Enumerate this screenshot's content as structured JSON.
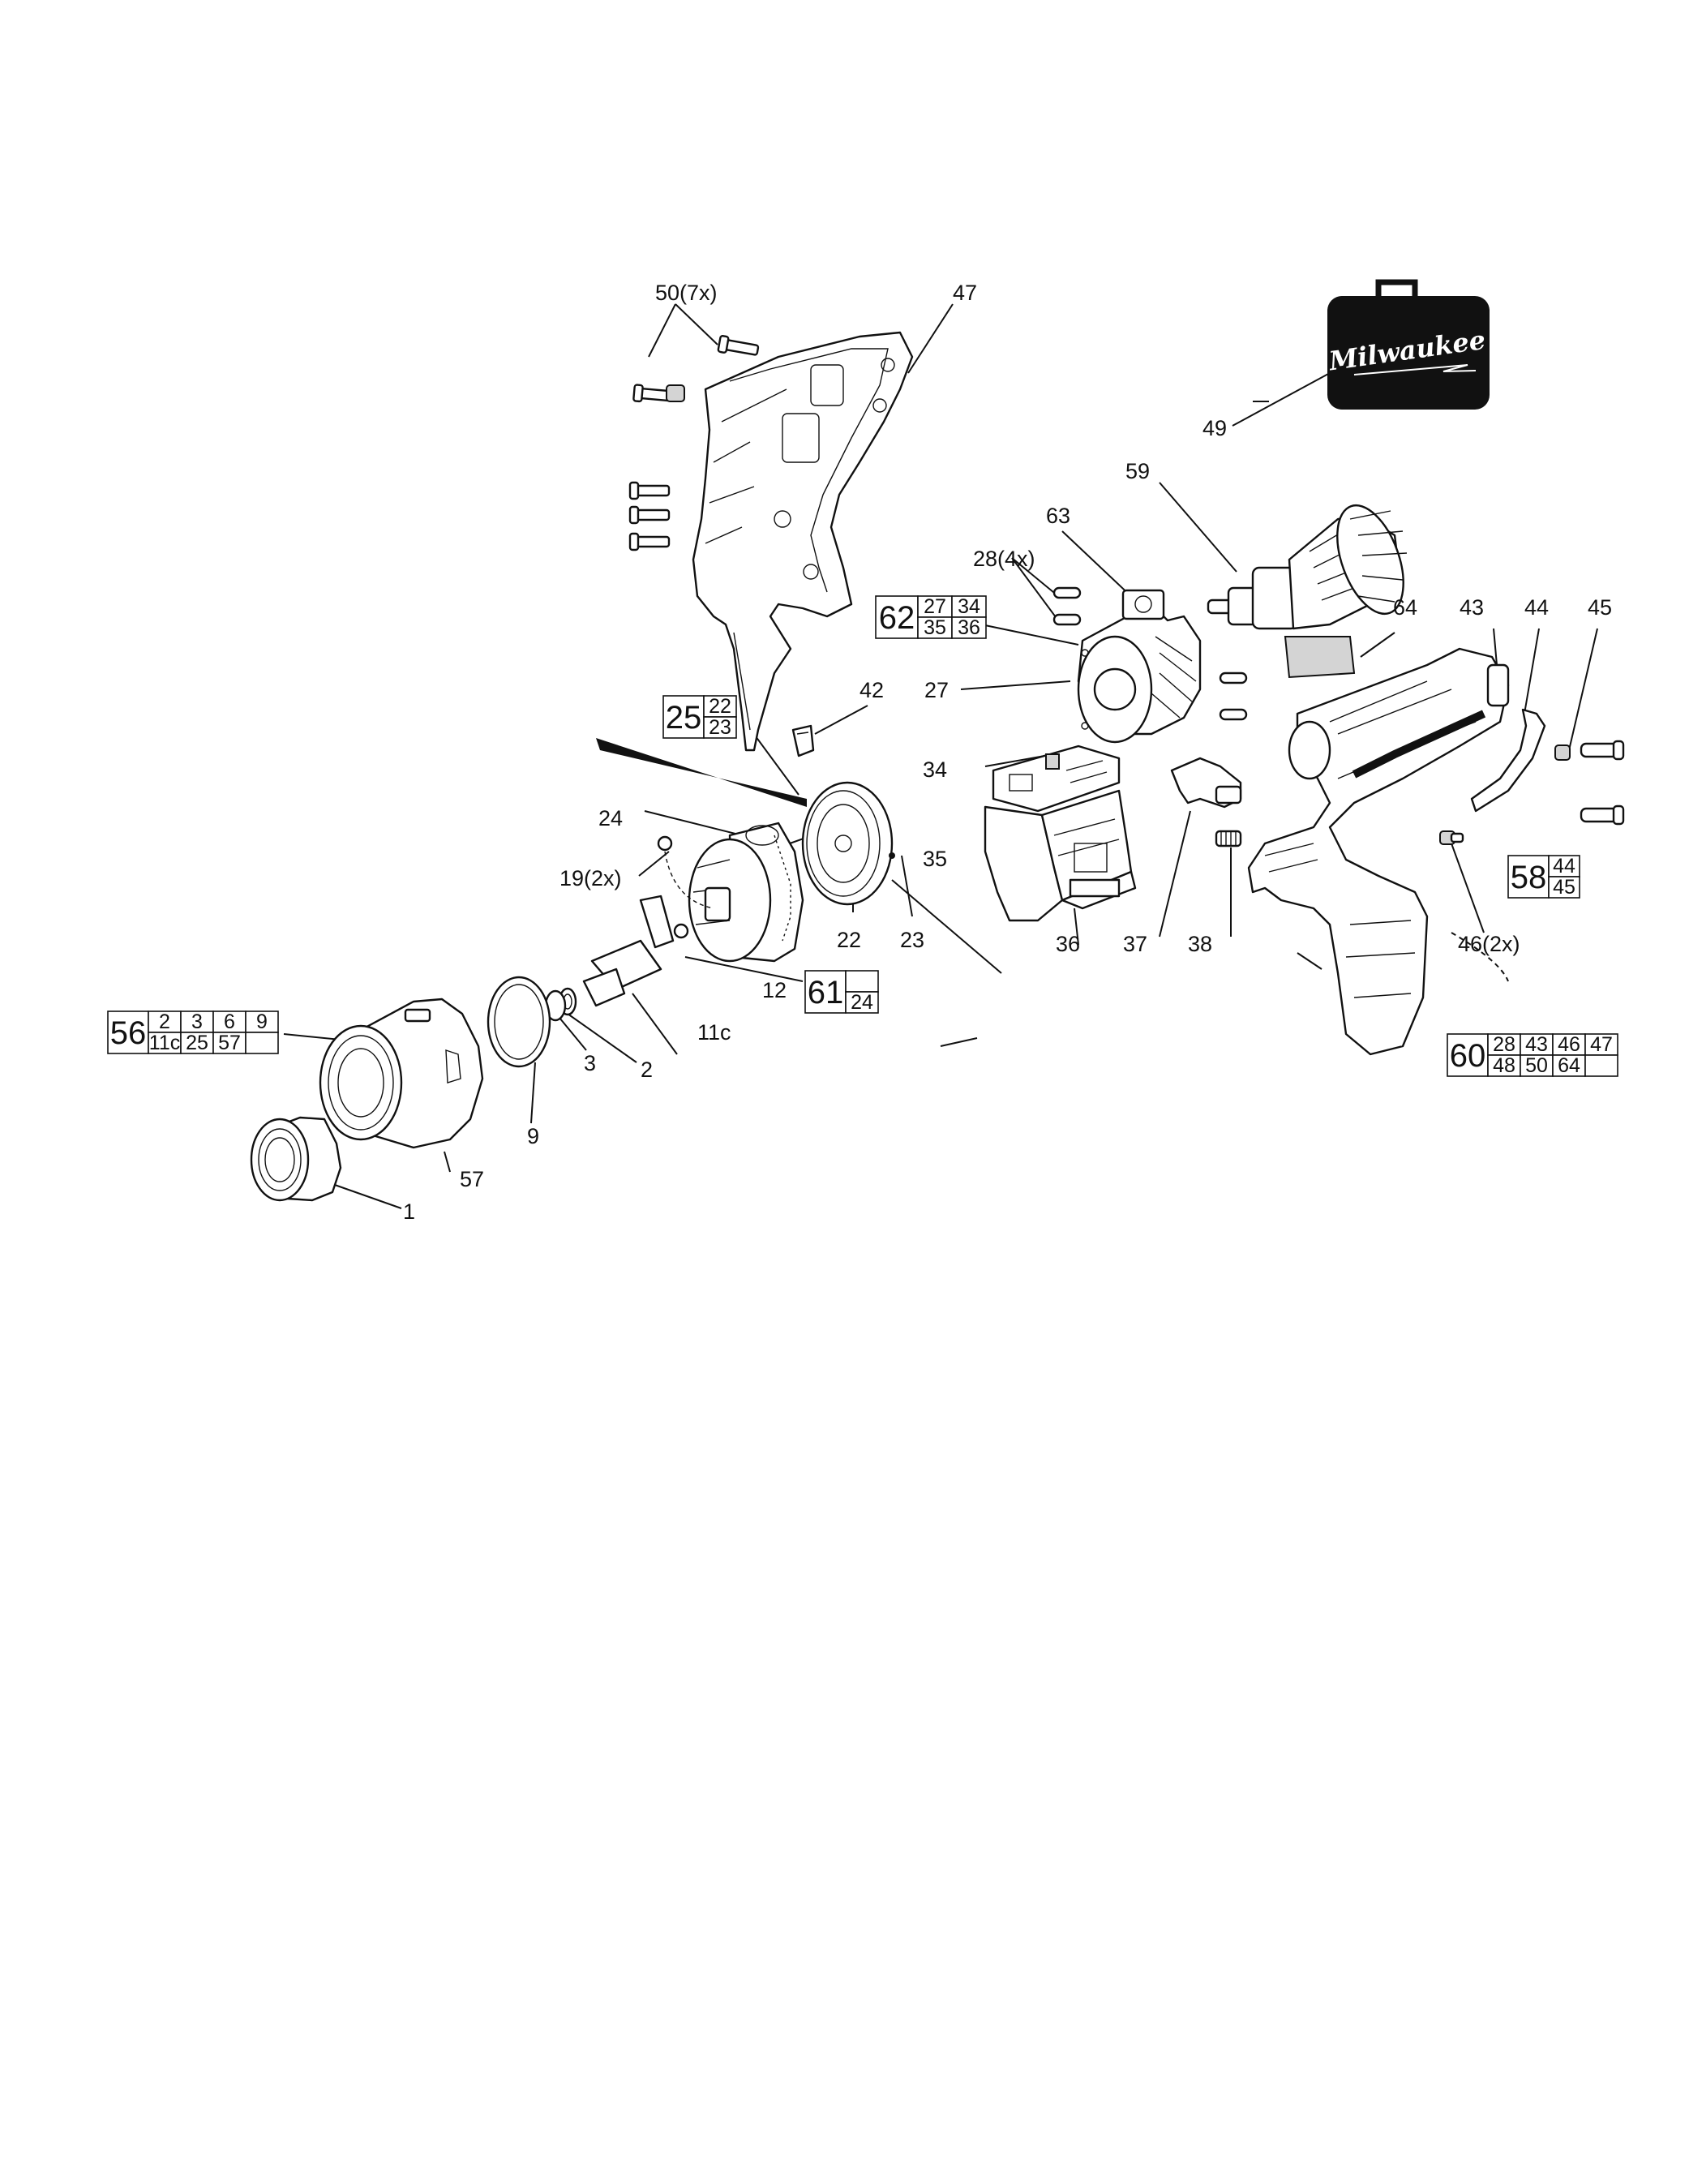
{
  "labels": {
    "p50": "50(7x)",
    "p47": "47",
    "p49": "49",
    "p59": "59",
    "p63": "63",
    "p28": "28(4x)",
    "p64": "64",
    "p43": "43",
    "p44": "44",
    "p45": "45",
    "p27": "27",
    "p42": "42",
    "p34": "34",
    "p24": "24",
    "p19": "19(2x)",
    "p35": "35",
    "p22": "22",
    "p23": "23",
    "p36": "36",
    "p37": "37",
    "p38": "38",
    "p46": "46(2x)",
    "p12": "12",
    "p11c": "11c",
    "p2": "2",
    "p3": "3",
    "p9": "9",
    "p57": "57",
    "p1": "1"
  },
  "brand": {
    "logo_text": "Milwaukee"
  },
  "kits": {
    "k62": {
      "id": "62",
      "rows": [
        [
          "27",
          "34"
        ],
        [
          "35",
          "36"
        ]
      ]
    },
    "k25": {
      "id": "25",
      "rows": [
        [
          "22"
        ],
        [
          "23"
        ]
      ]
    },
    "k61": {
      "id": "61",
      "rows": [
        [
          ""
        ],
        [
          "24"
        ]
      ]
    },
    "k56": {
      "id": "56",
      "rows": [
        [
          "2",
          "3",
          "6",
          "9"
        ],
        [
          "11c",
          "25",
          "57",
          ""
        ]
      ]
    },
    "k58": {
      "id": "58",
      "rows": [
        [
          "44"
        ],
        [
          "45"
        ]
      ]
    },
    "k60": {
      "id": "60",
      "rows": [
        [
          "28",
          "43",
          "46",
          "47"
        ],
        [
          "48",
          "50",
          "64",
          ""
        ]
      ]
    }
  }
}
